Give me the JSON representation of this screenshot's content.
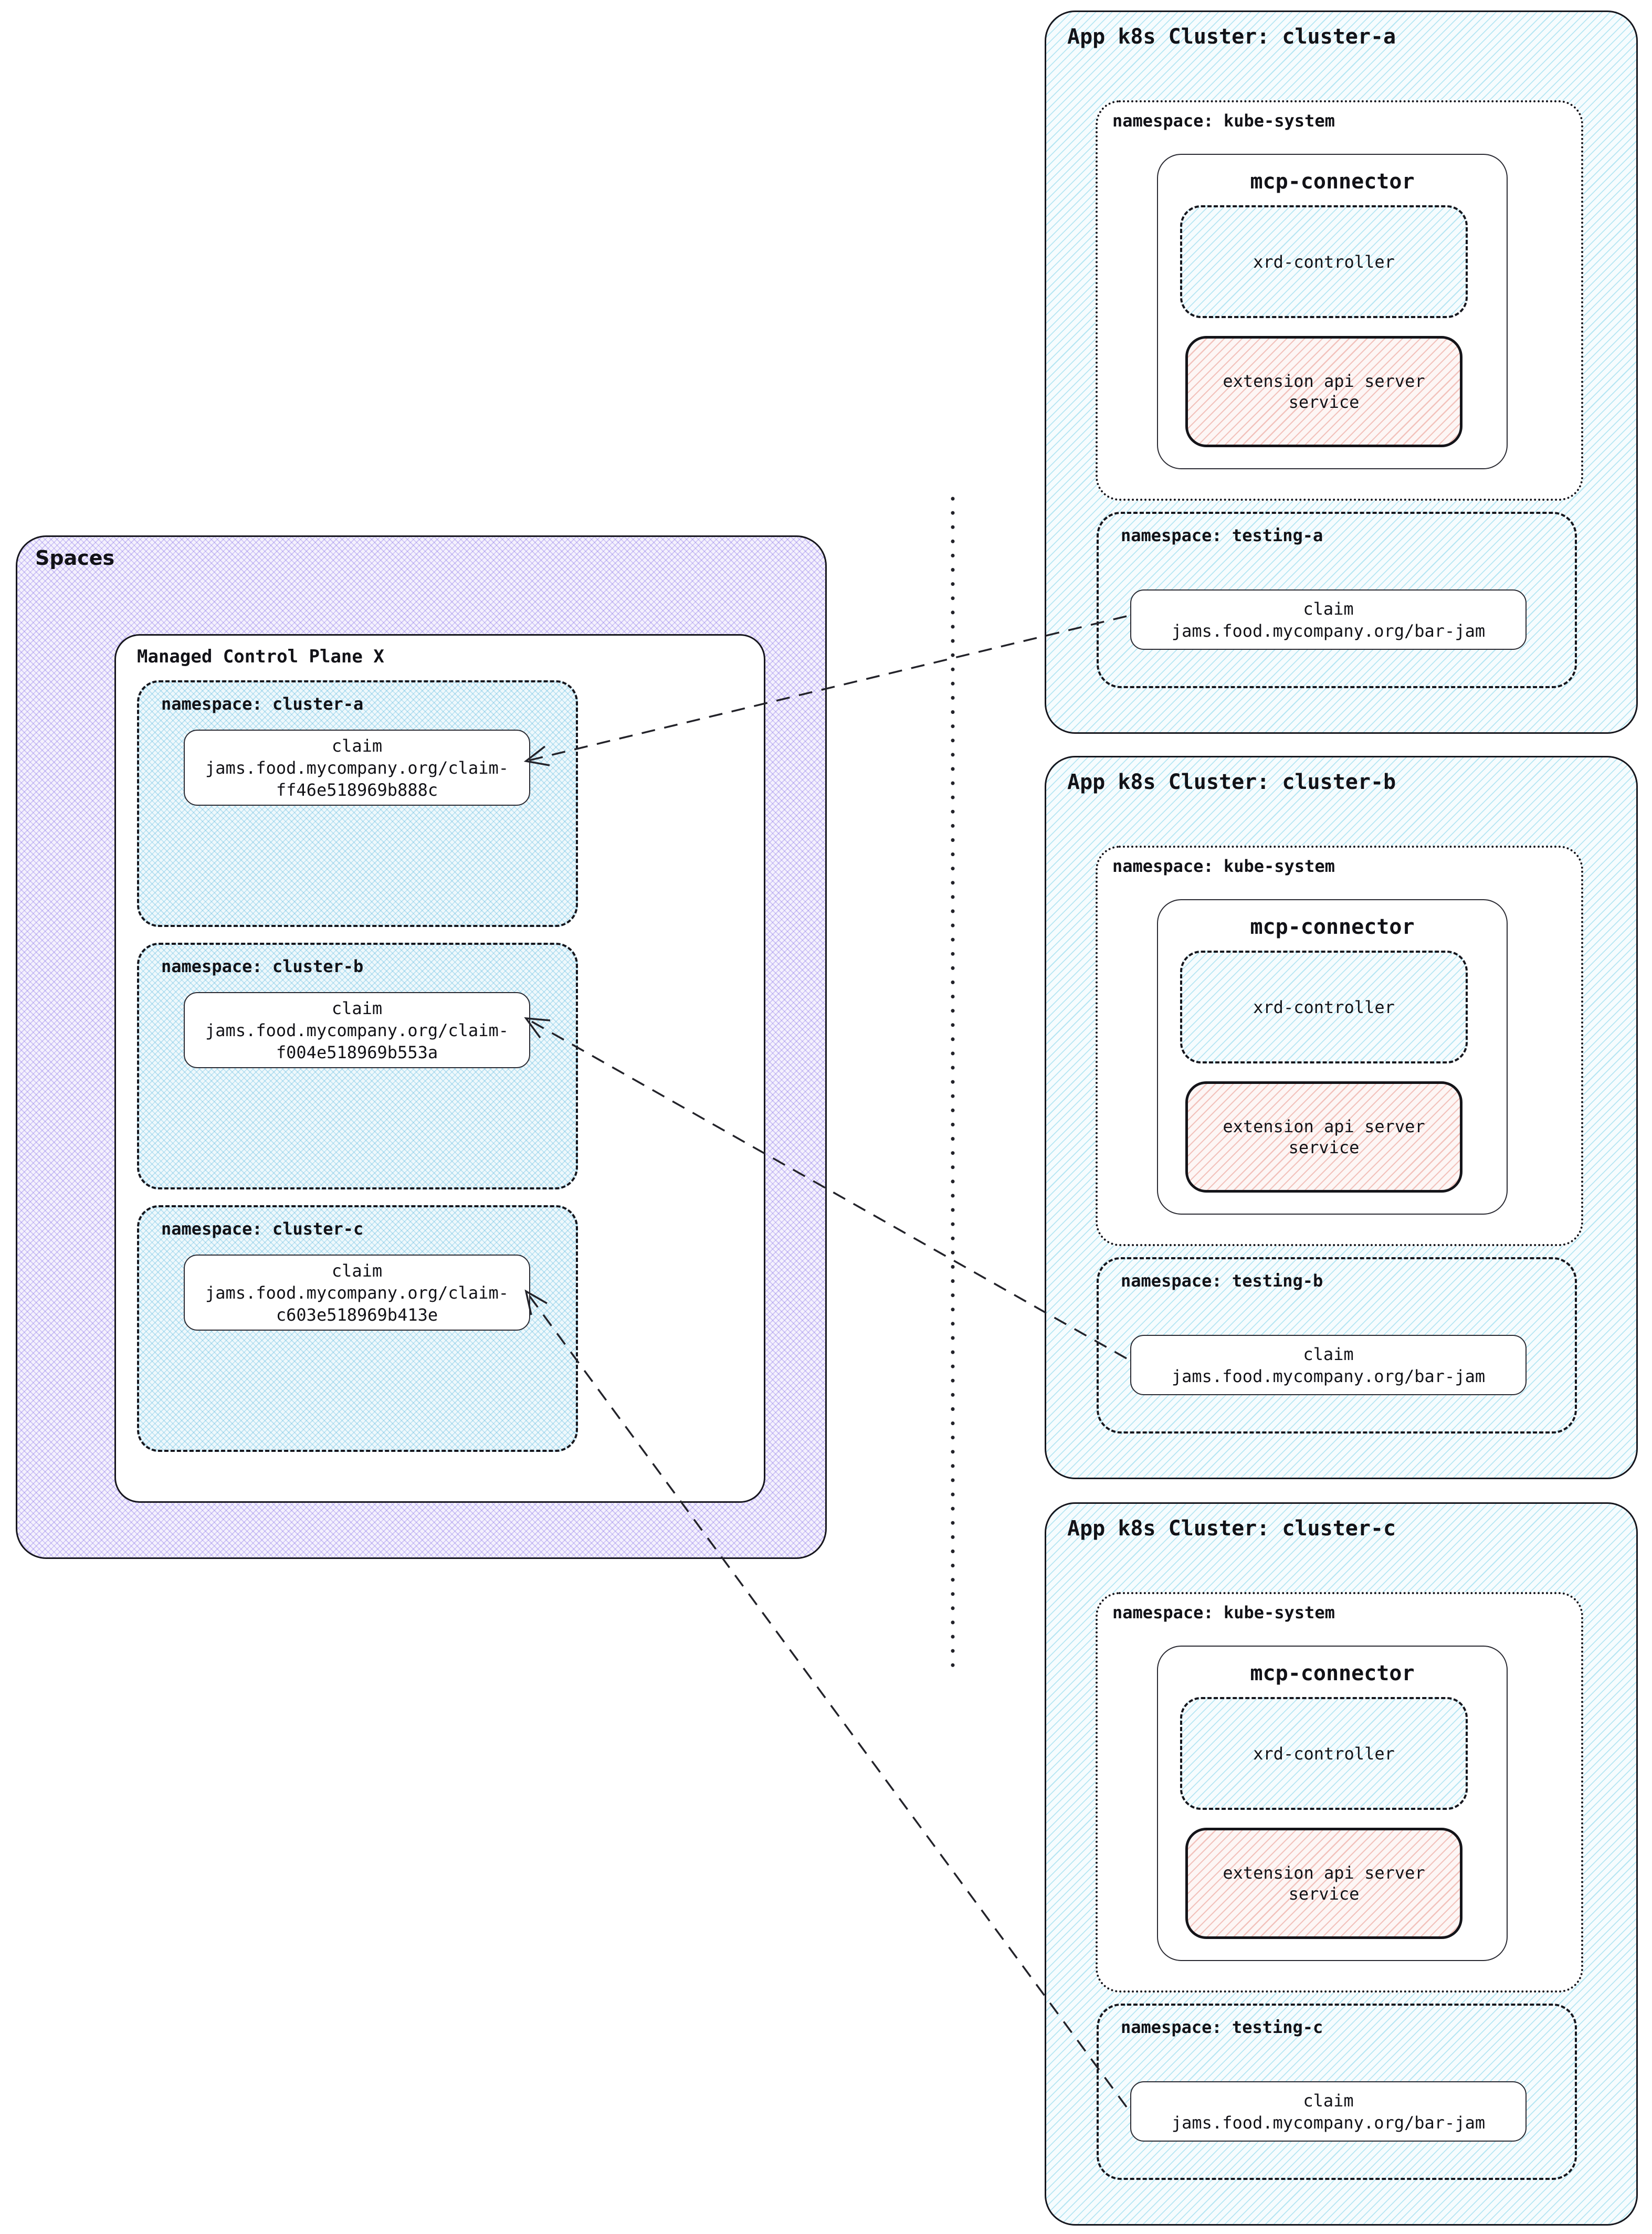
{
  "style": {
    "blue_hatch_line": "#54c5e3",
    "purple_hatch_line": "#8973e8",
    "pink_hatch_line": "#e78e84",
    "border_color": "#16161d",
    "background": "#ffffff"
  },
  "spaces": {
    "label": "Spaces",
    "control_plane": {
      "label": "Managed Control Plane X",
      "namespaces": [
        {
          "label": "namespace: cluster-a",
          "claim_lines": [
            "claim",
            "jams.food.mycompany.org/claim-",
            "ff46e518969b888c"
          ]
        },
        {
          "label": "namespace: cluster-b",
          "claim_lines": [
            "claim",
            "jams.food.mycompany.org/claim-",
            "f004e518969b553a"
          ]
        },
        {
          "label": "namespace: cluster-c",
          "claim_lines": [
            "claim",
            "jams.food.mycompany.org/claim-",
            "c603e518969b413e"
          ]
        }
      ]
    }
  },
  "clusters": [
    {
      "title": "App k8s Cluster: cluster-a",
      "kube_system_label": "namespace: kube-system",
      "mcp_connector_label": "mcp-connector",
      "xrd_controller_label": "xrd-controller",
      "extension_api_label": "extension api server service",
      "testing_label": "namespace: testing-a",
      "claim_lines": [
        "claim",
        "jams.food.mycompany.org/bar-jam"
      ]
    },
    {
      "title": "App k8s Cluster: cluster-b",
      "kube_system_label": "namespace: kube-system",
      "mcp_connector_label": "mcp-connector",
      "xrd_controller_label": "xrd-controller",
      "extension_api_label": "extension api server service",
      "testing_label": "namespace: testing-b",
      "claim_lines": [
        "claim",
        "jams.food.mycompany.org/bar-jam"
      ]
    },
    {
      "title": "App k8s Cluster: cluster-c",
      "kube_system_label": "namespace: kube-system",
      "mcp_connector_label": "mcp-connector",
      "xrd_controller_label": "xrd-controller",
      "extension_api_label": "extension api server service",
      "testing_label": "namespace: testing-c",
      "claim_lines": [
        "claim",
        "jams.food.mycompany.org/bar-jam"
      ]
    }
  ]
}
